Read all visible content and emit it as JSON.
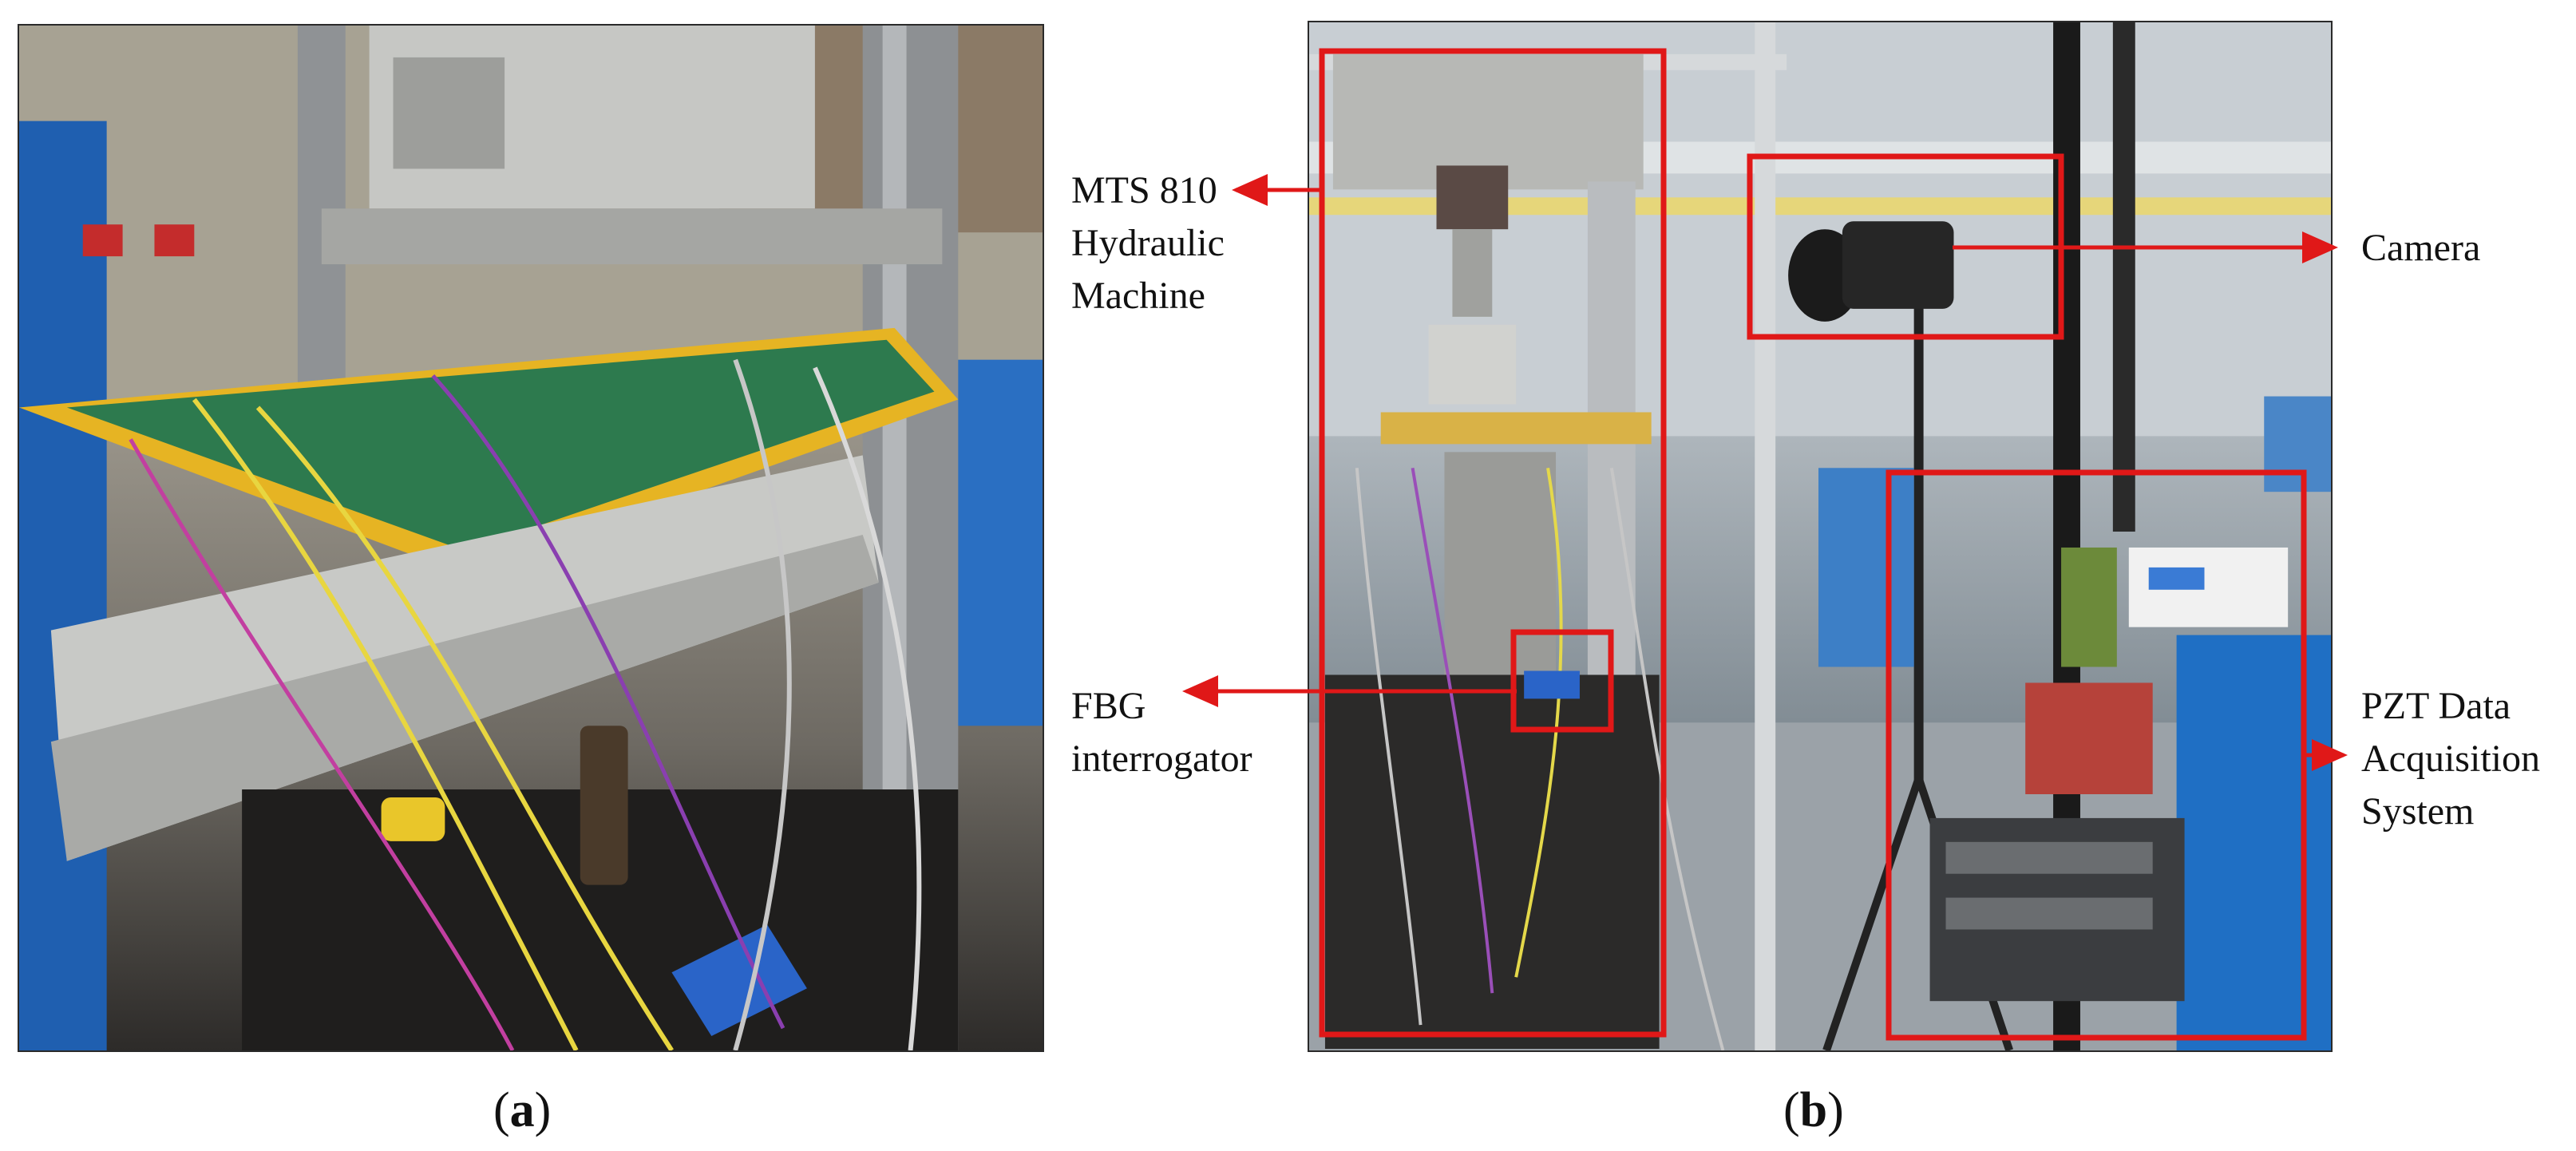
{
  "captions": {
    "a": "a",
    "b": "b"
  },
  "labels": {
    "mts": [
      "MTS 810",
      "Hydraulic",
      "Machine"
    ],
    "fbg": [
      "FBG",
      "interrogator"
    ],
    "camera": [
      "Camera"
    ],
    "pzt": [
      "PZT Data",
      "Acquisition",
      "System"
    ]
  },
  "colors": {
    "annotation": "#e01818",
    "blue_cabinet": "#1f6fc4",
    "aluminum": "#c8c9c6",
    "sensor_panel": "#2d7a4e",
    "yellow_edge": "#e6b423"
  }
}
